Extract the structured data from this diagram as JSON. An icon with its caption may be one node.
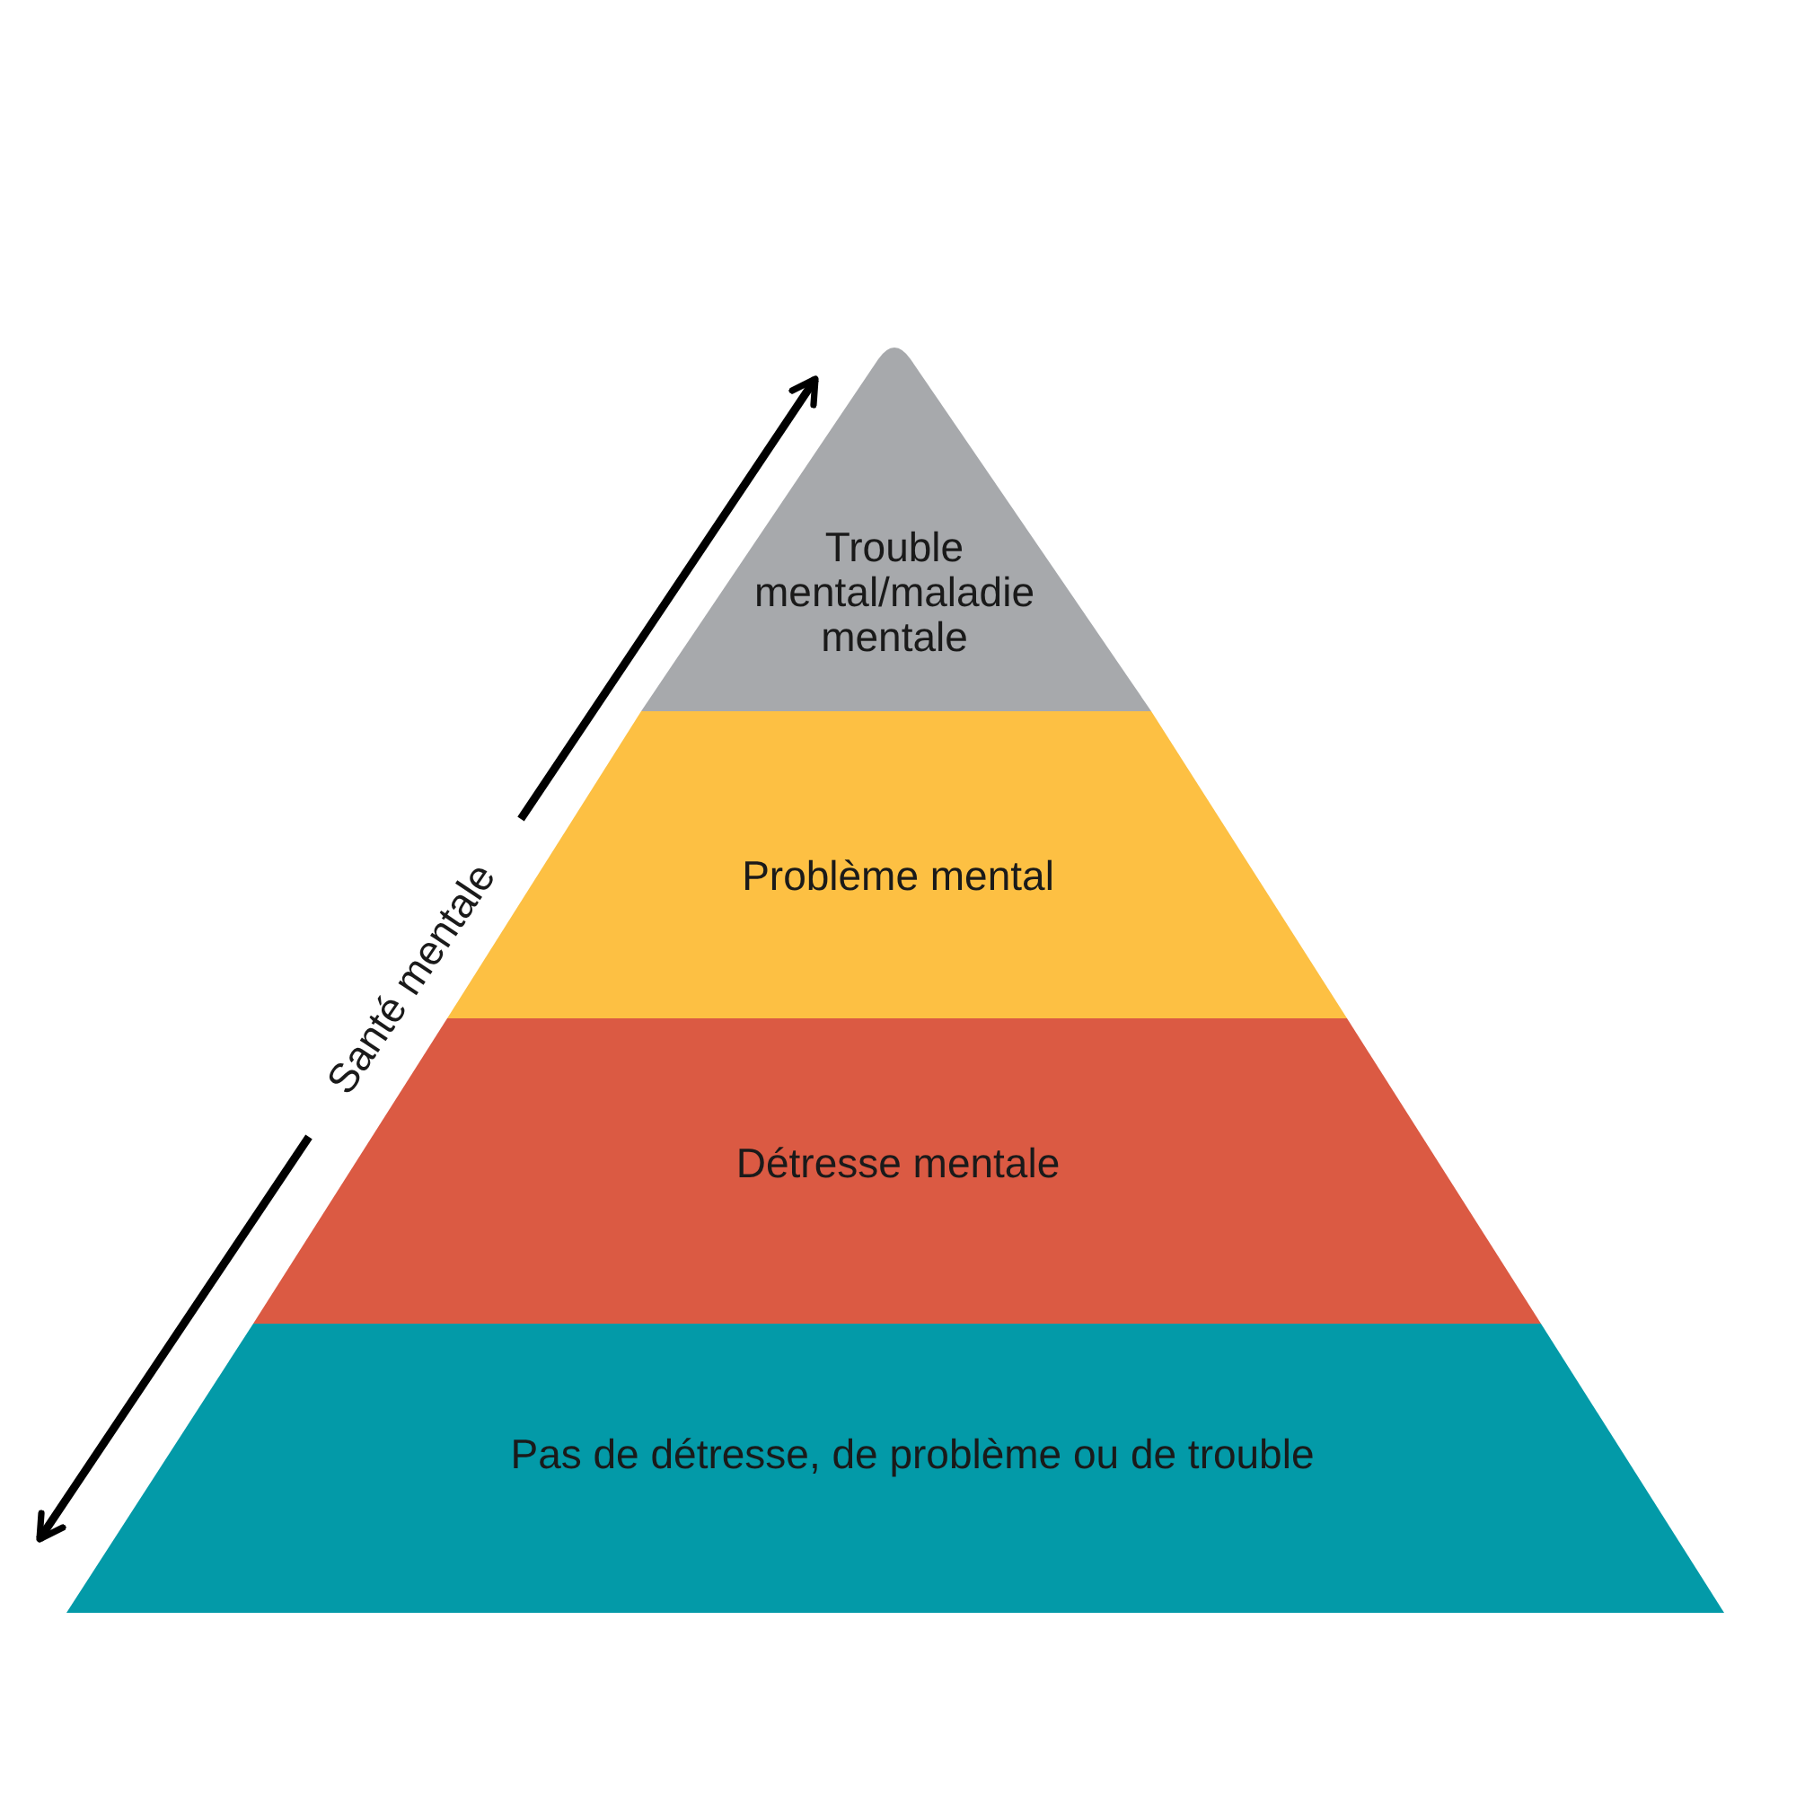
{
  "diagram": {
    "nodes": [
      {
        "text": [
          "Trouble mental/maladie mentale"
        ]
      },
      {
        "text": [
          "Problème mental"
        ]
      },
      {
        "text": [
          "Détresse mentale"
        ]
      },
      {
        "text": [
          "Pas de détresse, de problème ou de trouble"
        ]
      }
    ],
    "labels": [
      "Santé mentale"
    ]
  }
}
